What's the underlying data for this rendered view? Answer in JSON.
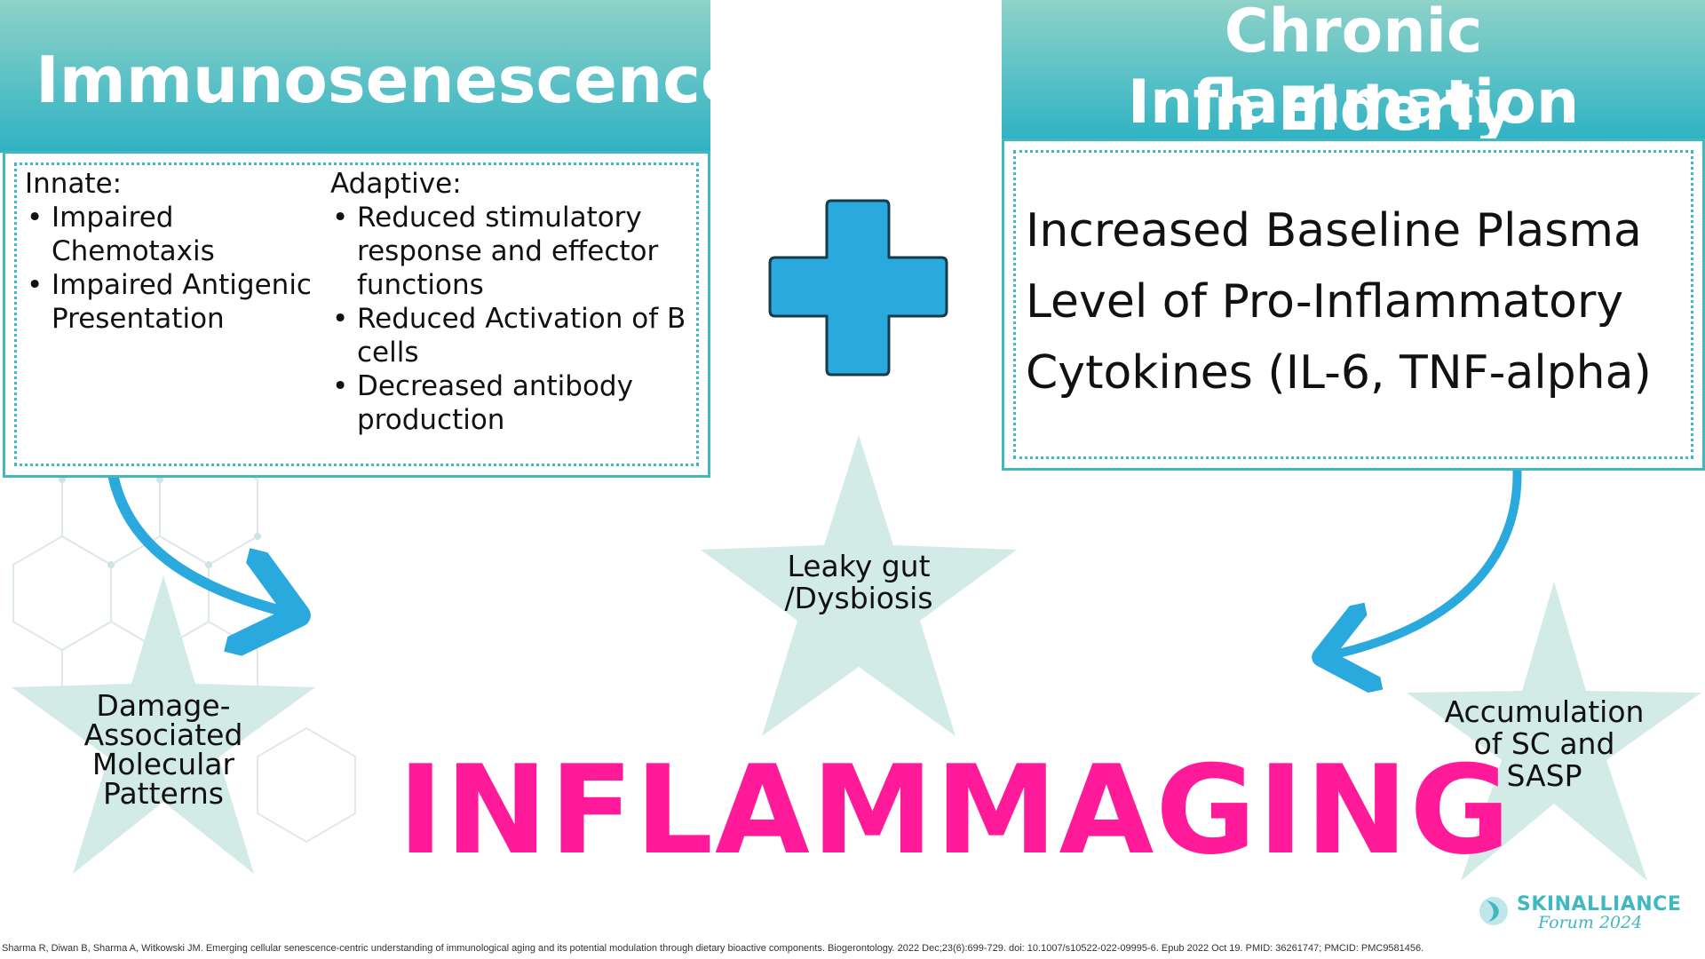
{
  "left_box": {
    "title": "Immunosenescence",
    "innate": {
      "heading": "Innate:",
      "items": [
        "Impaired Chemotaxis",
        "Impaired Antigenic Presentation"
      ]
    },
    "adaptive": {
      "heading": "Adaptive:",
      "items": [
        "Reduced stimulatory response and effector functions",
        "Reduced Activation of B cells",
        "Decreased antibody production"
      ]
    }
  },
  "right_box": {
    "title_line1": "Chronic Inflammation",
    "title_line2": "in Elderly",
    "body_line1": "Increased Baseline Plasma",
    "body_line2": "Level of Pro-Inflammatory",
    "body_line3": "Cytokines (IL-6, TNF-alpha)"
  },
  "stars": {
    "center_line1": "Leaky gut",
    "center_line2": "/Dysbiosis",
    "left_line1": "Damage-",
    "left_line2": "Associated",
    "left_line3": "Molecular",
    "left_line4": "Patterns",
    "right_line1": "Accumulation",
    "right_line2": "of SC and",
    "right_line3": "SASP"
  },
  "main_label": "INFLAMMAGING",
  "citation": "Sharma R, Diwan B, Sharma A, Witkowski JM. Emerging cellular senescence-centric understanding of immunological aging and its potential modulation through dietary bioactive components. Biogerontology. 2022 Dec;23(6):699-729. doi: 10.1007/s10522-022-09995-6. Epub 2022 Oct 19. PMID: 36261747; PMCID: PMC9581456.",
  "logo": {
    "name": "SKINALLIANCE",
    "sub": "Forum 2024"
  },
  "colors": {
    "teal": "#3fb8c0",
    "plus_blue": "#2aa9de",
    "star_fill": "#d3ebe6",
    "magenta": "#ff1a9a",
    "arrow_blue": "#2aa9de"
  },
  "icons": [
    "plus-icon",
    "curved-arrow-icon",
    "star-shape",
    "hexagon-pattern",
    "logo-mark-icon"
  ]
}
